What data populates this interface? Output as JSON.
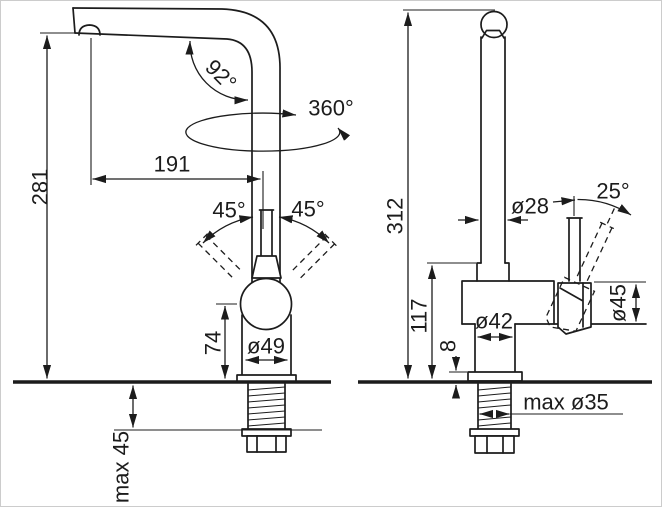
{
  "drawing": {
    "subject": "faucet-dimension-drawing",
    "colors": {
      "line": "#1c1c1c",
      "background": "#ffffff",
      "frame": "#cccccc"
    },
    "front_view": {
      "height_to_spout": "281",
      "spout_reach": "191",
      "spout_angle": "92°",
      "swivel_range": "360°",
      "handle_swing_left": "45°",
      "handle_swing_right": "45°",
      "body_height": "74",
      "body_diameter": "ø49",
      "max_counter_thickness": "max 45"
    },
    "side_view": {
      "total_height": "312",
      "pipe_diameter": "ø28",
      "handle_tilt": "25°",
      "body_height": "117",
      "base_diameter": "ø42",
      "base_lip_height": "8",
      "handle_diameter": "ø45",
      "max_hole_diameter": "max ø35"
    }
  }
}
